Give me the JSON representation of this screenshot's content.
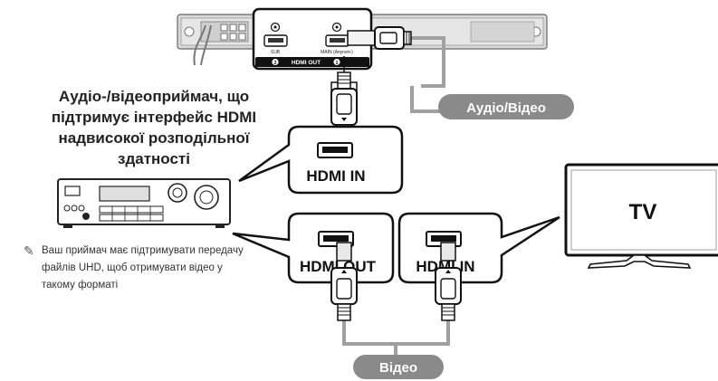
{
  "player": {
    "port_sub_label": "SUB",
    "port_main_label": "MAIN (Anynet+)",
    "hdmi_out_label": "HDMI OUT",
    "port_num_2": "2",
    "port_num_1": "1"
  },
  "receiver_caption": "Аудіо-/відеоприймач, що підтримує інтерфейс HDMI надвисокої розподільної здатності",
  "callouts": {
    "receiver_hdmi_in": "HDMI IN",
    "receiver_hdmi_out": "HDMI OUT",
    "tv_hdmi_in": "HDMI IN"
  },
  "badges": {
    "audio_video": "Аудіо/Відео",
    "video": "Відео"
  },
  "tv_label": "TV",
  "note": {
    "icon": "pencil-note-icon",
    "text": "Ваш приймач має підтримувати передачу файлів UHD, щоб отримувати відео у такому форматі"
  },
  "colors": {
    "badge_gray": "#8a8a8a",
    "cable_gray": "#a0a0a0",
    "outline": "#1a1a1a"
  }
}
